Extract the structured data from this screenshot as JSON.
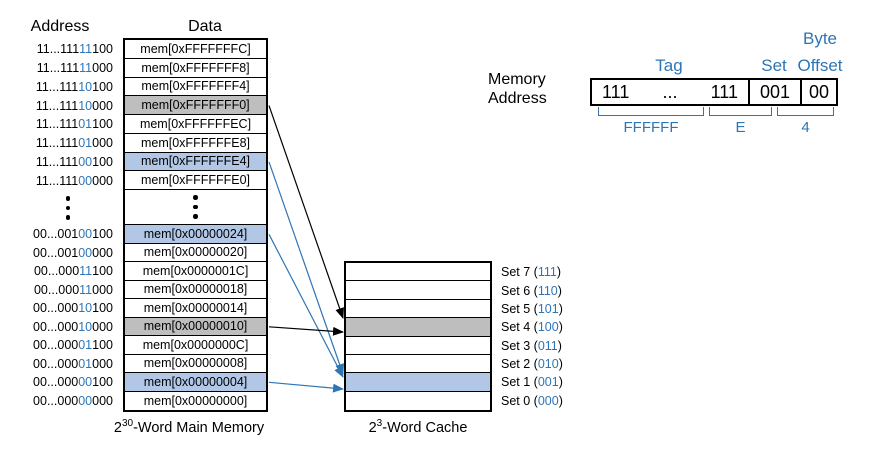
{
  "colors": {
    "accent_blue": "#2E75B6",
    "highlight_blue": "#B2C7E6",
    "highlight_gray": "#BEBEBE"
  },
  "headers": {
    "address": "Address",
    "data": "Data"
  },
  "main_memory": {
    "caption": {
      "base": "2",
      "exponent": "30",
      "rest": "-Word Main Memory"
    },
    "rows": [
      {
        "addr_prefix": "11...111",
        "addr_set": "11",
        "addr_suffix": "100",
        "data": "mem[0xFFFFFFFC]",
        "highlight": ""
      },
      {
        "addr_prefix": "11...111",
        "addr_set": "11",
        "addr_suffix": "000",
        "data": "mem[0xFFFFFFF8]",
        "highlight": ""
      },
      {
        "addr_prefix": "11...111",
        "addr_set": "10",
        "addr_suffix": "100",
        "data": "mem[0xFFFFFFF4]",
        "highlight": ""
      },
      {
        "addr_prefix": "11...111",
        "addr_set": "10",
        "addr_suffix": "000",
        "data": "mem[0xFFFFFFF0]",
        "highlight": "gray"
      },
      {
        "addr_prefix": "11...111",
        "addr_set": "01",
        "addr_suffix": "100",
        "data": "mem[0xFFFFFFEC]",
        "highlight": ""
      },
      {
        "addr_prefix": "11...111",
        "addr_set": "01",
        "addr_suffix": "000",
        "data": "mem[0xFFFFFFE8]",
        "highlight": ""
      },
      {
        "addr_prefix": "11...111",
        "addr_set": "00",
        "addr_suffix": "100",
        "data": "mem[0xFFFFFFE4]",
        "highlight": "blue"
      },
      {
        "addr_prefix": "11...111",
        "addr_set": "00",
        "addr_suffix": "000",
        "data": "mem[0xFFFFFFE0]",
        "highlight": ""
      },
      {
        "addr_prefix": "00...001",
        "addr_set": "00",
        "addr_suffix": "100",
        "data": "mem[0x00000024]",
        "highlight": "blue"
      },
      {
        "addr_prefix": "00...001",
        "addr_set": "00",
        "addr_suffix": "000",
        "data": "mem[0x00000020]",
        "highlight": ""
      },
      {
        "addr_prefix": "00...000",
        "addr_set": "11",
        "addr_suffix": "100",
        "data": "mem[0x0000001C]",
        "highlight": ""
      },
      {
        "addr_prefix": "00...000",
        "addr_set": "11",
        "addr_suffix": "000",
        "data": "mem[0x00000018]",
        "highlight": ""
      },
      {
        "addr_prefix": "00...000",
        "addr_set": "10",
        "addr_suffix": "100",
        "data": "mem[0x00000014]",
        "highlight": ""
      },
      {
        "addr_prefix": "00...000",
        "addr_set": "10",
        "addr_suffix": "000",
        "data": "mem[0x00000010]",
        "highlight": "gray"
      },
      {
        "addr_prefix": "00...000",
        "addr_set": "01",
        "addr_suffix": "100",
        "data": "mem[0x0000000C]",
        "highlight": ""
      },
      {
        "addr_prefix": "00...000",
        "addr_set": "01",
        "addr_suffix": "000",
        "data": "mem[0x00000008]",
        "highlight": ""
      },
      {
        "addr_prefix": "00...000",
        "addr_set": "00",
        "addr_suffix": "100",
        "data": "mem[0x00000004]",
        "highlight": "blue"
      },
      {
        "addr_prefix": "00...000",
        "addr_set": "00",
        "addr_suffix": "000",
        "data": "mem[0x00000000]",
        "highlight": ""
      }
    ]
  },
  "cache": {
    "caption": {
      "base": "2",
      "exponent": "3",
      "rest": "-Word Cache"
    },
    "sets": [
      {
        "name": "Set 7",
        "open": " (",
        "bits": "111",
        "close": ")",
        "highlight": ""
      },
      {
        "name": "Set 6",
        "open": " (",
        "bits": "110",
        "close": ")",
        "highlight": ""
      },
      {
        "name": "Set 5",
        "open": " (",
        "bits": "101",
        "close": ")",
        "highlight": ""
      },
      {
        "name": "Set 4",
        "open": " (",
        "bits": "100",
        "close": ")",
        "highlight": "gray"
      },
      {
        "name": "Set 3",
        "open": " (",
        "bits": "011",
        "close": ")",
        "highlight": ""
      },
      {
        "name": "Set 2",
        "open": " (",
        "bits": "010",
        "close": ")",
        "highlight": ""
      },
      {
        "name": "Set 1",
        "open": " (",
        "bits": "001",
        "close": ")",
        "highlight": "blue"
      },
      {
        "name": "Set 0",
        "open": " (",
        "bits": "000",
        "close": ")",
        "highlight": ""
      }
    ]
  },
  "breakdown": {
    "title_line1": "Memory",
    "title_line2": "Address",
    "tag_label": "Tag",
    "set_label": "Set",
    "byte_label": "Byte",
    "offset_label": "Offset",
    "tag_left": "111",
    "tag_dots": "...",
    "tag_right": "111",
    "set_value": "001",
    "offset_value": "00",
    "hex_tag": "FFFFFF",
    "hex_mid": "E",
    "hex_low": "4"
  },
  "mappings": [
    {
      "from_data": "mem[0xFFFFFFF0]",
      "to_set": "Set 4",
      "color": "black"
    },
    {
      "from_data": "mem[0xFFFFFFE4]",
      "to_set": "Set 1",
      "color": "blue"
    },
    {
      "from_data": "mem[0x00000024]",
      "to_set": "Set 1",
      "color": "blue"
    },
    {
      "from_data": "mem[0x00000010]",
      "to_set": "Set 4",
      "color": "black"
    },
    {
      "from_data": "mem[0x00000004]",
      "to_set": "Set 1",
      "color": "blue"
    }
  ]
}
